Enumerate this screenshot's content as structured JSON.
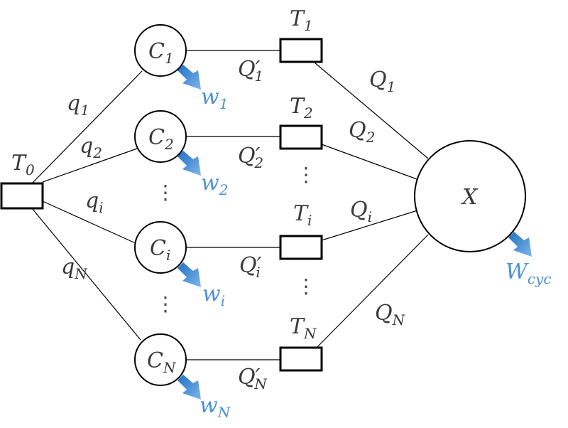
{
  "colors": {
    "line": "#000000",
    "text": "#3a3a3a",
    "work": "#4a90d9"
  },
  "source": {
    "label": "T",
    "sub": "0"
  },
  "engines": [
    {
      "label": "C",
      "sub": "1"
    },
    {
      "label": "C",
      "sub": "2"
    },
    {
      "label": "C",
      "sub": "i"
    },
    {
      "label": "C",
      "sub": "N"
    }
  ],
  "engine_work": [
    {
      "label": "w",
      "sub": "1"
    },
    {
      "label": "w",
      "sub": "2"
    },
    {
      "label": "w",
      "sub": "i"
    },
    {
      "label": "w",
      "sub": "N"
    }
  ],
  "source_heats": [
    {
      "label": "q",
      "sub": "1"
    },
    {
      "label": "q",
      "sub": "2"
    },
    {
      "label": "q",
      "sub": "i"
    },
    {
      "label": "q",
      "sub": "N"
    }
  ],
  "reservoirs": [
    {
      "label": "T",
      "sub": "1"
    },
    {
      "label": "T",
      "sub": "2"
    },
    {
      "label": "T",
      "sub": "i"
    },
    {
      "label": "T",
      "sub": "N"
    }
  ],
  "engine_heats": [
    {
      "label": "Q",
      "prime": "′",
      "sub": "1"
    },
    {
      "label": "Q",
      "prime": "′",
      "sub": "2"
    },
    {
      "label": "Q",
      "prime": "′",
      "sub": "i"
    },
    {
      "label": "Q",
      "prime": "′",
      "sub": "N"
    }
  ],
  "cycle_heats": [
    {
      "label": "Q",
      "sub": "1"
    },
    {
      "label": "Q",
      "sub": "2"
    },
    {
      "label": "Q",
      "sub": "i"
    },
    {
      "label": "Q",
      "sub": "N"
    }
  ],
  "system": {
    "label": "X"
  },
  "cycle_work": {
    "label": "W",
    "sub": "cyc"
  },
  "ellipsis": "⋮"
}
